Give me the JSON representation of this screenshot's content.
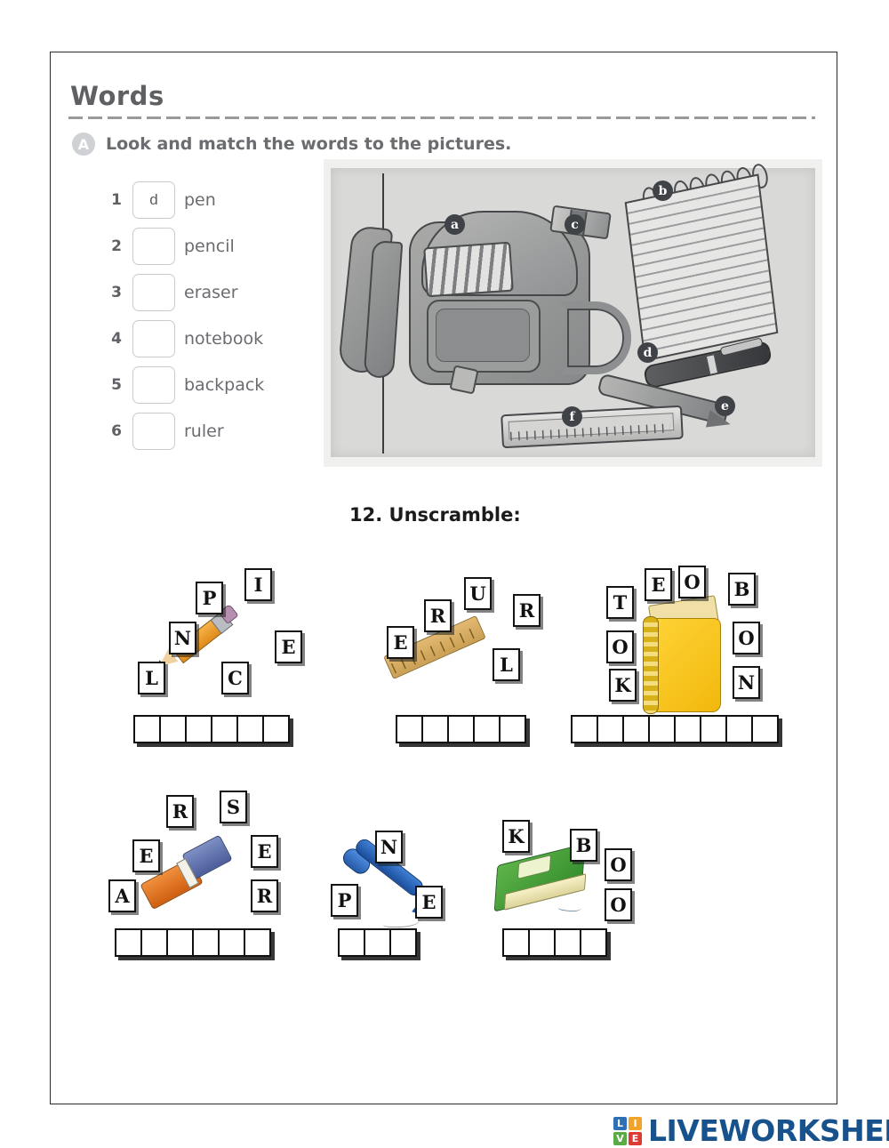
{
  "worksheet": {
    "section_title": "Words",
    "task_badge": "A",
    "task_instruction": "Look and match the words to the pictures.",
    "match_items": [
      {
        "number": "1",
        "answer": "d",
        "word": "pen"
      },
      {
        "number": "2",
        "answer": "",
        "word": "pencil"
      },
      {
        "number": "3",
        "answer": "",
        "word": "eraser"
      },
      {
        "number": "4",
        "answer": "",
        "word": "notebook"
      },
      {
        "number": "5",
        "answer": "",
        "word": "backpack"
      },
      {
        "number": "6",
        "answer": "",
        "word": "ruler"
      }
    ],
    "picture_labels": [
      {
        "letter": "a",
        "item": "backpack"
      },
      {
        "letter": "b",
        "item": "notebook"
      },
      {
        "letter": "c",
        "item": "eraser"
      },
      {
        "letter": "d",
        "item": "pen"
      },
      {
        "letter": "e",
        "item": "pencil"
      },
      {
        "letter": "f",
        "item": "ruler"
      }
    ],
    "unscramble_title": "12. Unscramble:",
    "puzzles": [
      {
        "id": "pencil",
        "picture": "pencil",
        "letters": [
          "P",
          "I",
          "N",
          "E",
          "L",
          "C"
        ],
        "answer_cells": 6
      },
      {
        "id": "ruler",
        "picture": "ruler",
        "letters": [
          "U",
          "R",
          "R",
          "E",
          "L"
        ],
        "answer_cells": 5
      },
      {
        "id": "notebook",
        "picture": "notebook",
        "letters": [
          "T",
          "E",
          "O",
          "O",
          "B",
          "O",
          "K",
          "N"
        ],
        "answer_cells": 8
      },
      {
        "id": "eraser",
        "picture": "eraser",
        "letters": [
          "R",
          "S",
          "E",
          "E",
          "A",
          "R"
        ],
        "answer_cells": 6
      },
      {
        "id": "pen",
        "picture": "pen",
        "letters": [
          "N",
          "P",
          "E"
        ],
        "answer_cells": 3
      },
      {
        "id": "book",
        "picture": "book",
        "letters": [
          "K",
          "B",
          "O",
          "O"
        ],
        "answer_cells": 4
      }
    ]
  },
  "footer": {
    "brand": "LIVEWORKSHEETS",
    "logo_tiles": [
      {
        "letter": "L",
        "color": "#2f6fb5"
      },
      {
        "letter": "I",
        "color": "#f0a52a"
      },
      {
        "letter": "V",
        "color": "#5aab45"
      },
      {
        "letter": "E",
        "color": "#dd3b33"
      }
    ],
    "brand_color": "#17528c"
  }
}
